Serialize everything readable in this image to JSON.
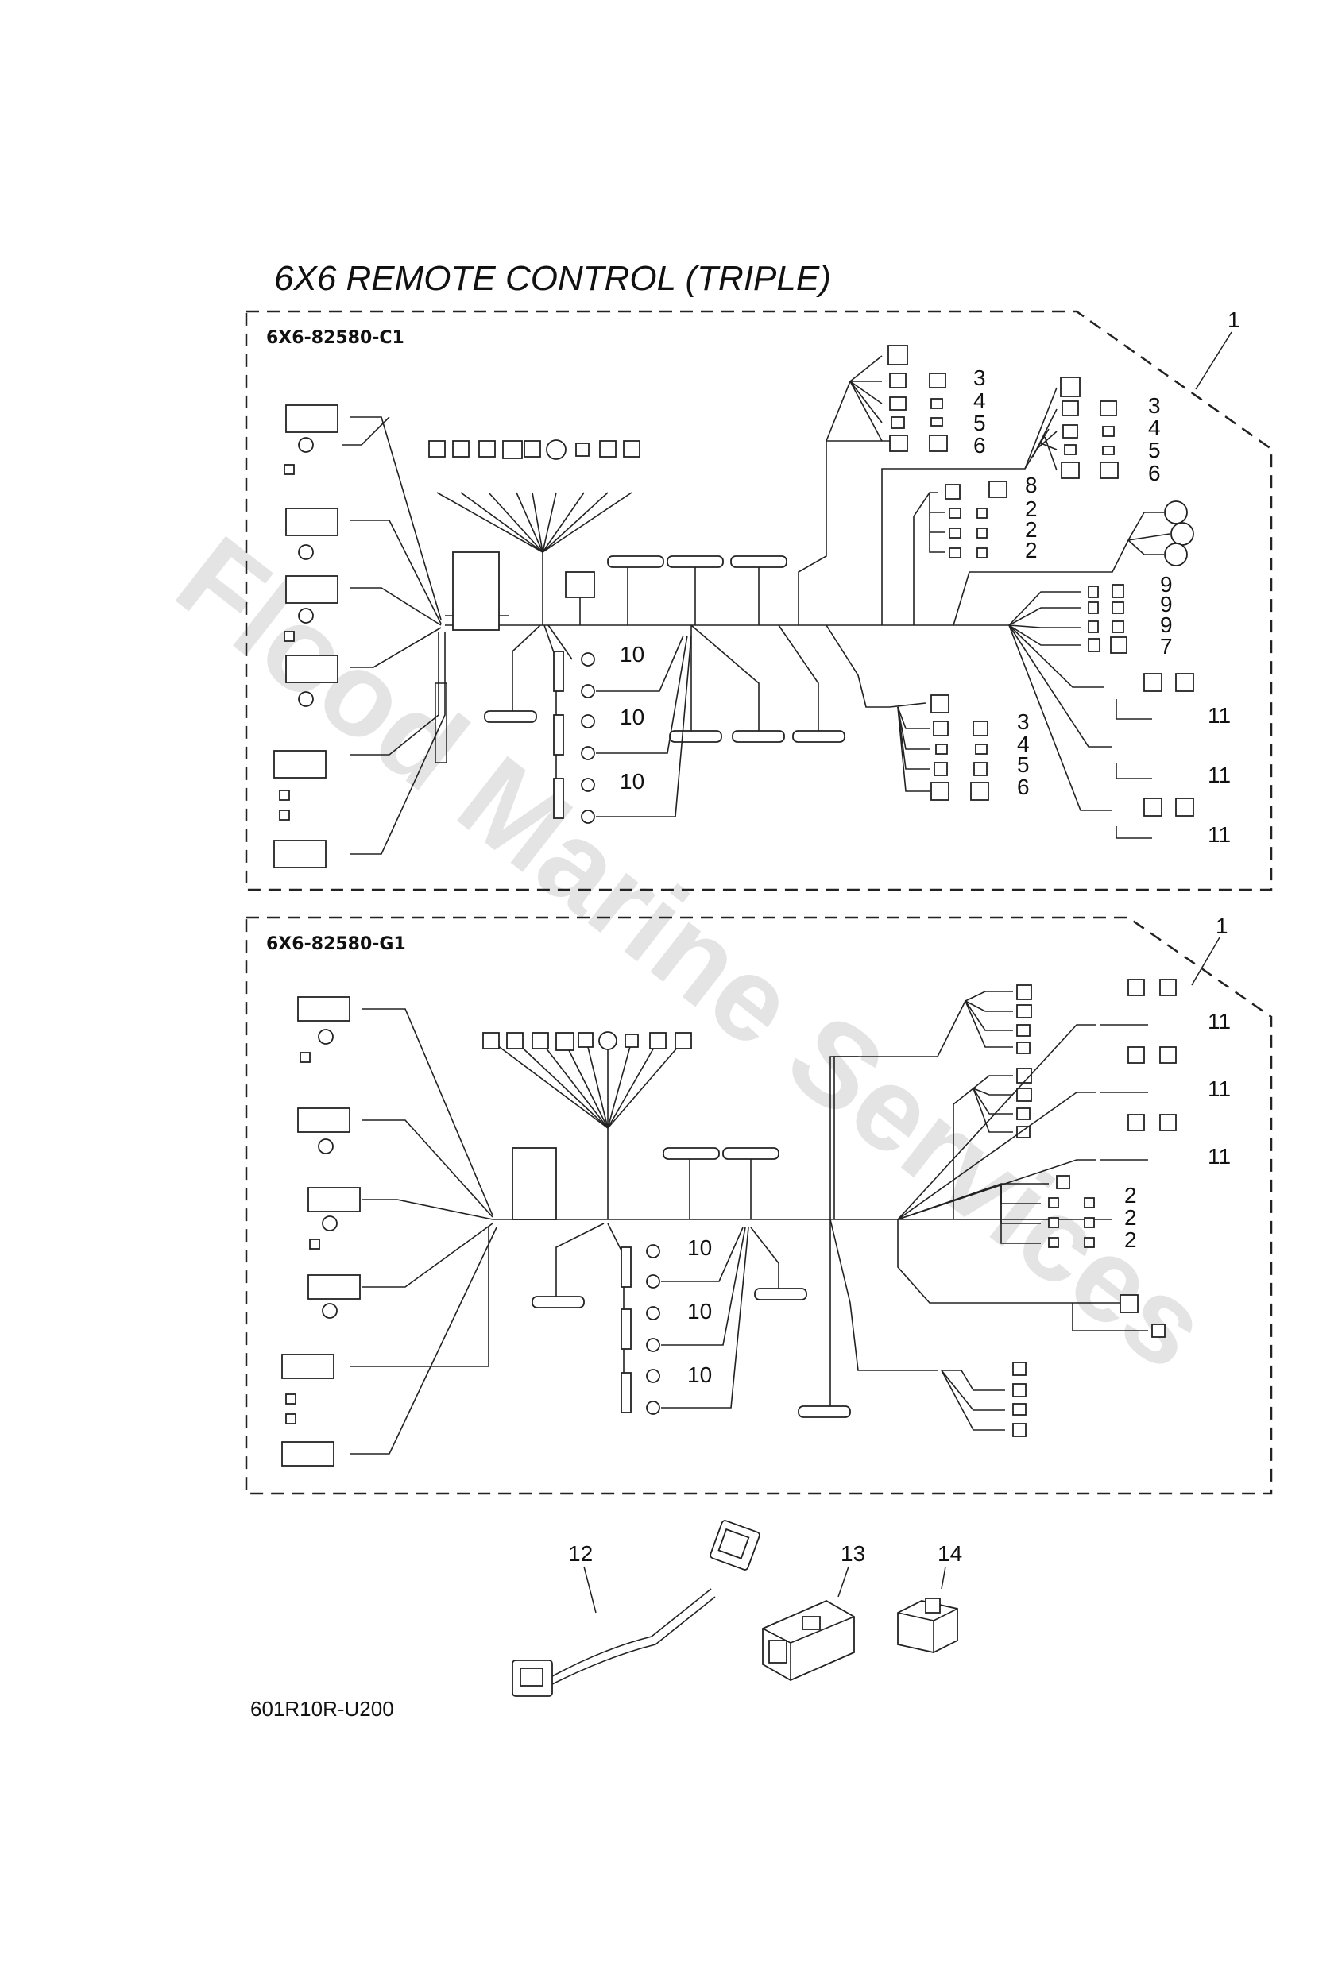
{
  "title": "6X6 REMOTE CONTROL (TRIPLE)",
  "watermark": "Flood Marine Services",
  "footer_code": "601R10R-U200",
  "panels": [
    {
      "part_code": "6X6-82580-C1",
      "ref": "1",
      "callouts": [
        "3",
        "4",
        "5",
        "6",
        "3",
        "4",
        "5",
        "6",
        "8",
        "2",
        "2",
        "2",
        "9",
        "9",
        "9",
        "7",
        "10",
        "10",
        "10",
        "3",
        "4",
        "5",
        "6",
        "11",
        "11",
        "11"
      ]
    },
    {
      "part_code": "6X6-82580-G1",
      "ref": "1",
      "callouts": [
        "11",
        "11",
        "11",
        "2",
        "2",
        "2",
        "10",
        "10",
        "10"
      ]
    }
  ],
  "accessories": [
    {
      "ref": "12",
      "icon": "extension-harness-icon"
    },
    {
      "ref": "13",
      "icon": "connector-coupler-icon"
    },
    {
      "ref": "14",
      "icon": "small-connector-cap-icon"
    }
  ]
}
